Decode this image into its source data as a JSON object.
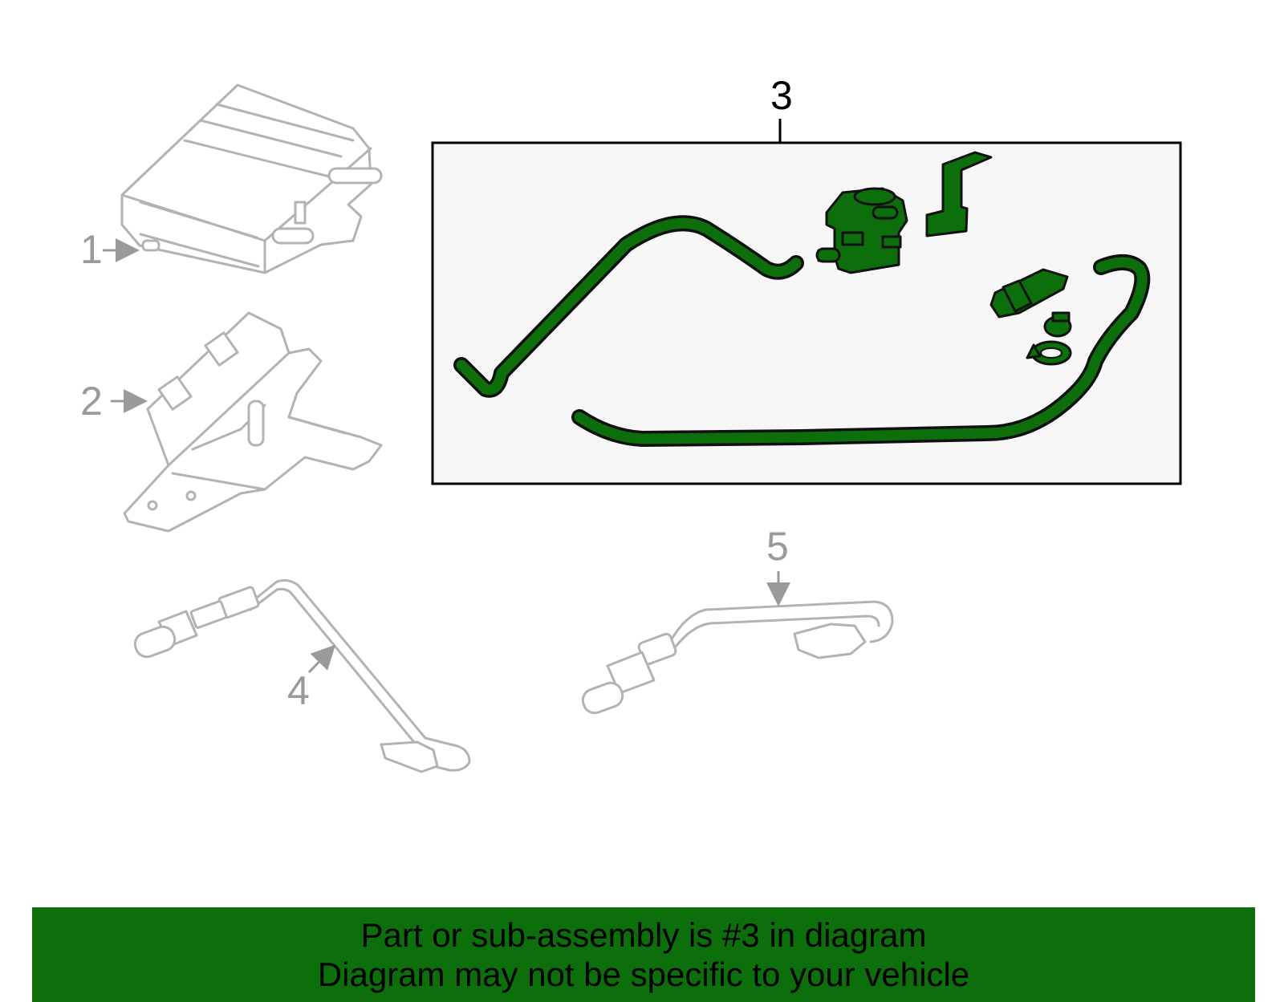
{
  "callouts": {
    "n1": "1",
    "n2": "2",
    "n3": "3",
    "n4": "4",
    "n5": "5"
  },
  "colors": {
    "highlight_green": "#0c6f0c",
    "muted_gray": "#b3b3b3",
    "panel_bg": "#f7f7f7"
  },
  "banner": {
    "line1": "Part or sub-assembly is #3 in diagram",
    "line2": "Diagram may not be specific to your vehicle"
  }
}
